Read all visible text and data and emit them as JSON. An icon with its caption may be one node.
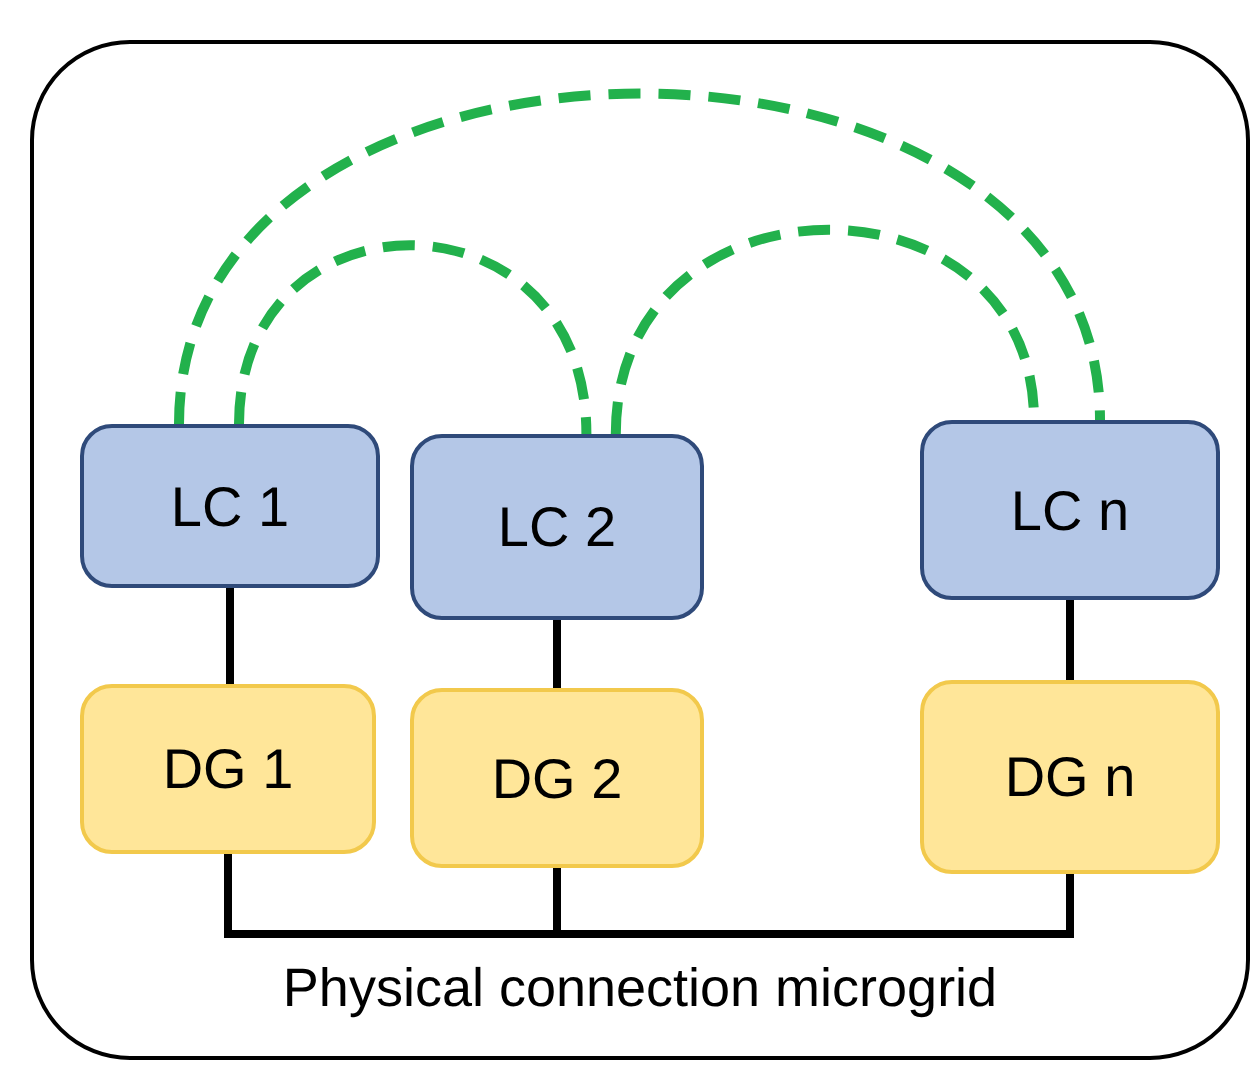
{
  "diagram": {
    "nodes": [
      {
        "text": [
          "Physical connection microgrid"
        ]
      },
      {
        "text": [
          "LC 1"
        ],
        "in": 0
      },
      {
        "text": [
          "LC 2"
        ],
        "in": 0
      },
      {
        "text": [
          "LC n"
        ],
        "in": 0
      },
      {
        "text": [
          "DG 1"
        ],
        "in": 0
      },
      {
        "text": [
          "DG 2"
        ],
        "in": 0
      },
      {
        "text": [
          "DG n"
        ],
        "in": 0
      }
    ],
    "edges": [
      {
        "from": 1,
        "to": 3,
        "arrow": "none",
        "style": "dashed",
        "color": "#22b14c"
      },
      {
        "from": 1,
        "to": 2,
        "arrow": "none",
        "style": "dashed",
        "color": "#22b14c"
      },
      {
        "from": 2,
        "to": 3,
        "arrow": "none",
        "style": "dashed",
        "color": "#22b14c"
      },
      {
        "from": 1,
        "to": 4,
        "arrow": "none"
      },
      {
        "from": 2,
        "to": 5,
        "arrow": "none"
      },
      {
        "from": 3,
        "to": 6,
        "arrow": "none"
      },
      {
        "from": 4,
        "to": 5,
        "arrow": "none"
      },
      {
        "from": 5,
        "to": 6,
        "arrow": "none"
      }
    ]
  }
}
